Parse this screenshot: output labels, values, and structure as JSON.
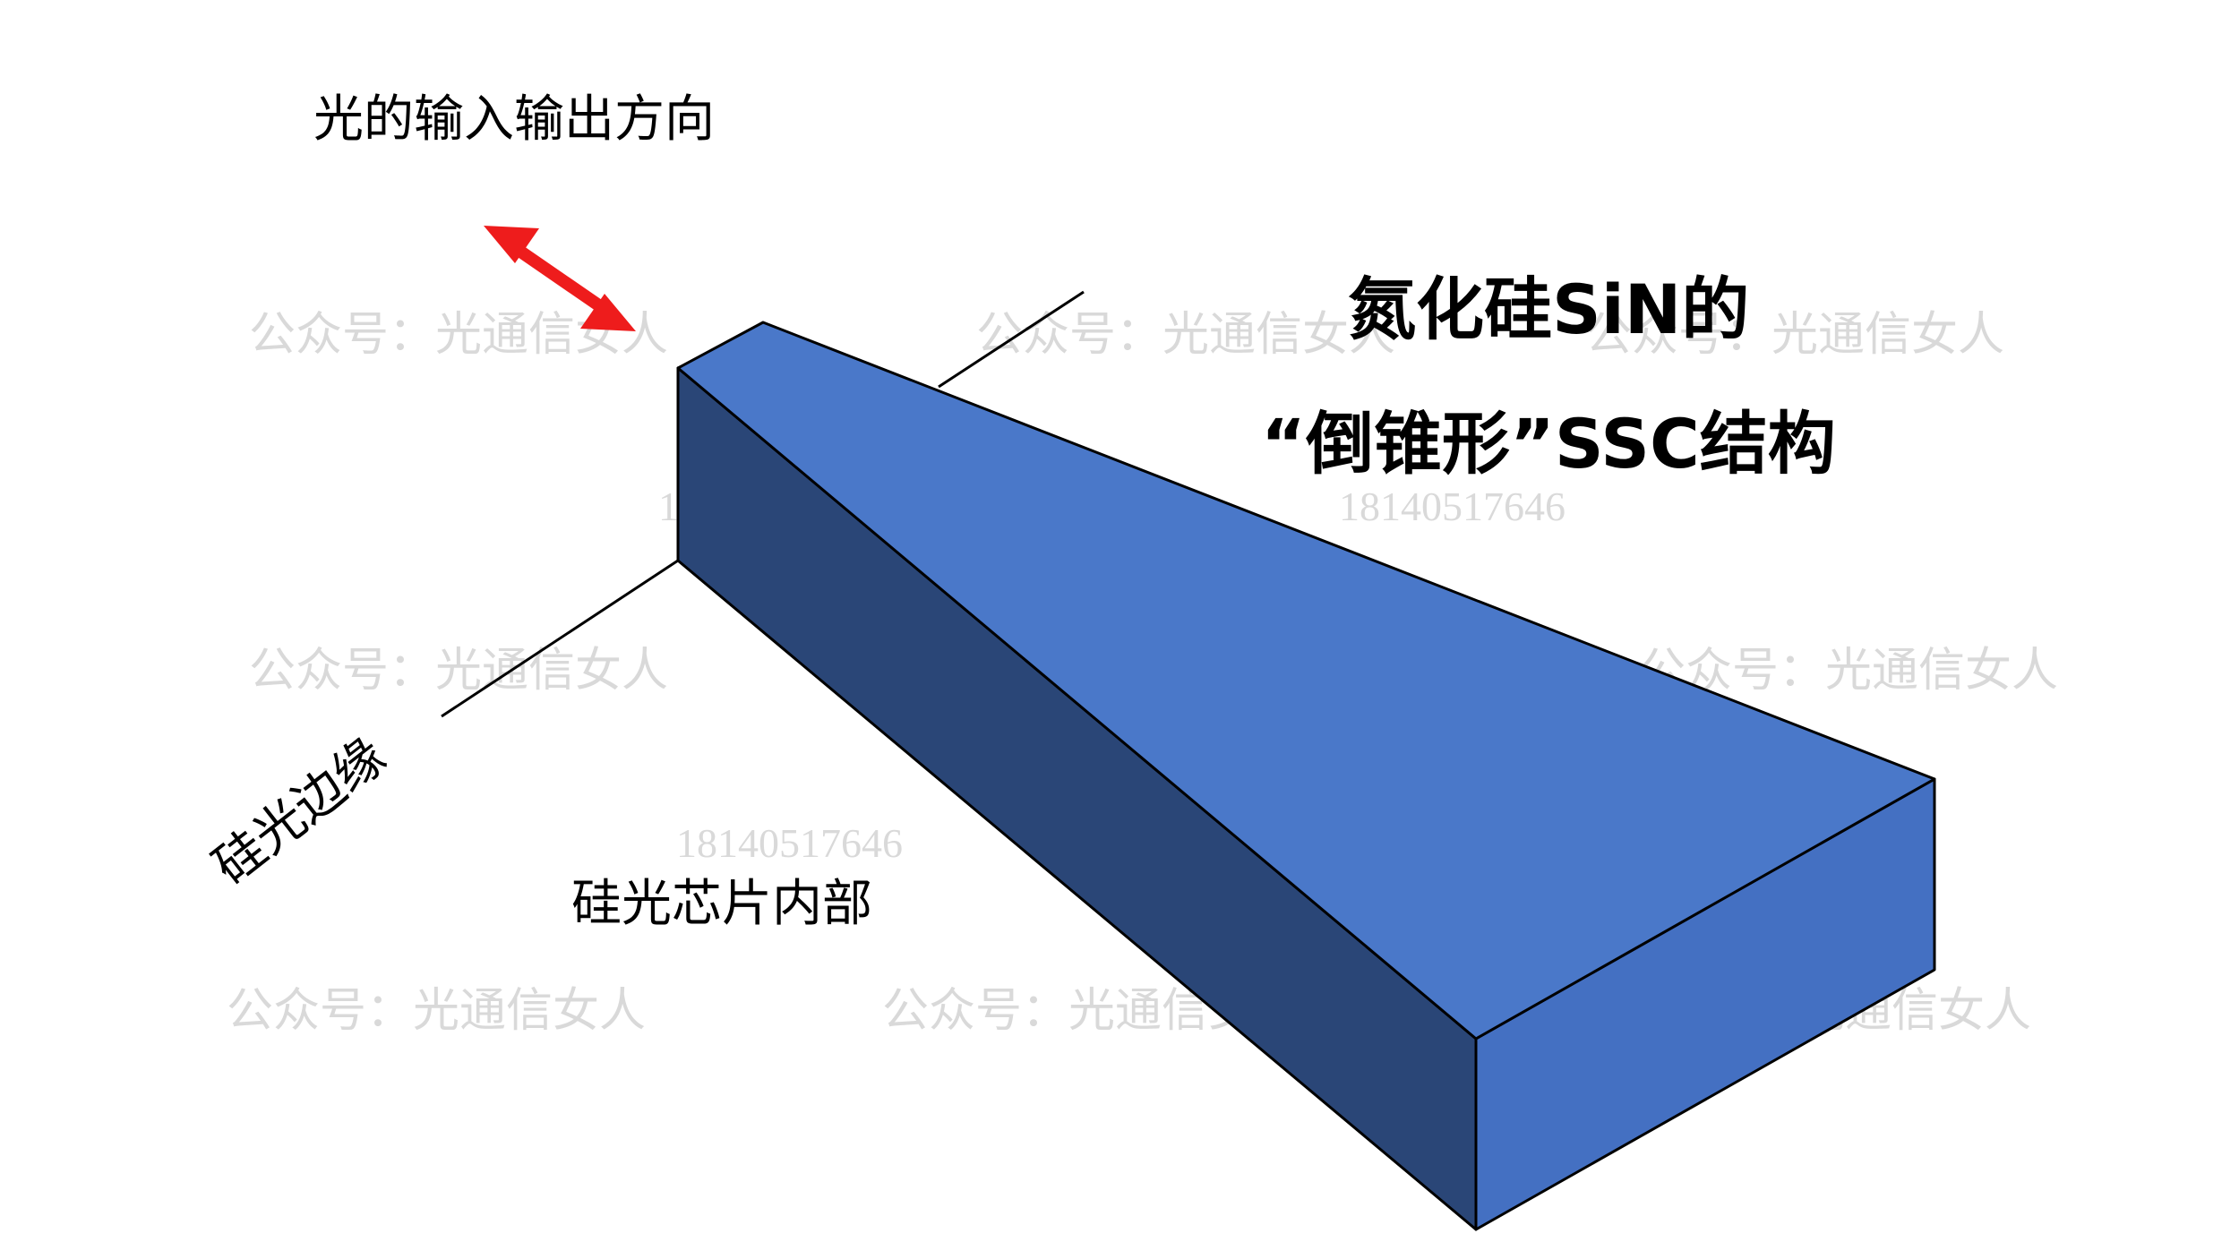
{
  "labels": {
    "light_direction": "光的输入输出方向",
    "silicon_edge": "硅光边缘",
    "chip_interior": "硅光芯片内部"
  },
  "title": {
    "line1": "氮化硅SiN的",
    "line2": "“倒锥形”SSC结构"
  },
  "watermark": {
    "text": "公众号：光通信女人",
    "number": "18140517646"
  },
  "colors": {
    "top_face": "#4a78c9",
    "side_face": "#2a4677",
    "end_face": "#4470c2",
    "arrow": "#ee1c1c",
    "edge_line": "#000000"
  },
  "icons": {
    "arrow": "double-headed-arrow-icon"
  }
}
